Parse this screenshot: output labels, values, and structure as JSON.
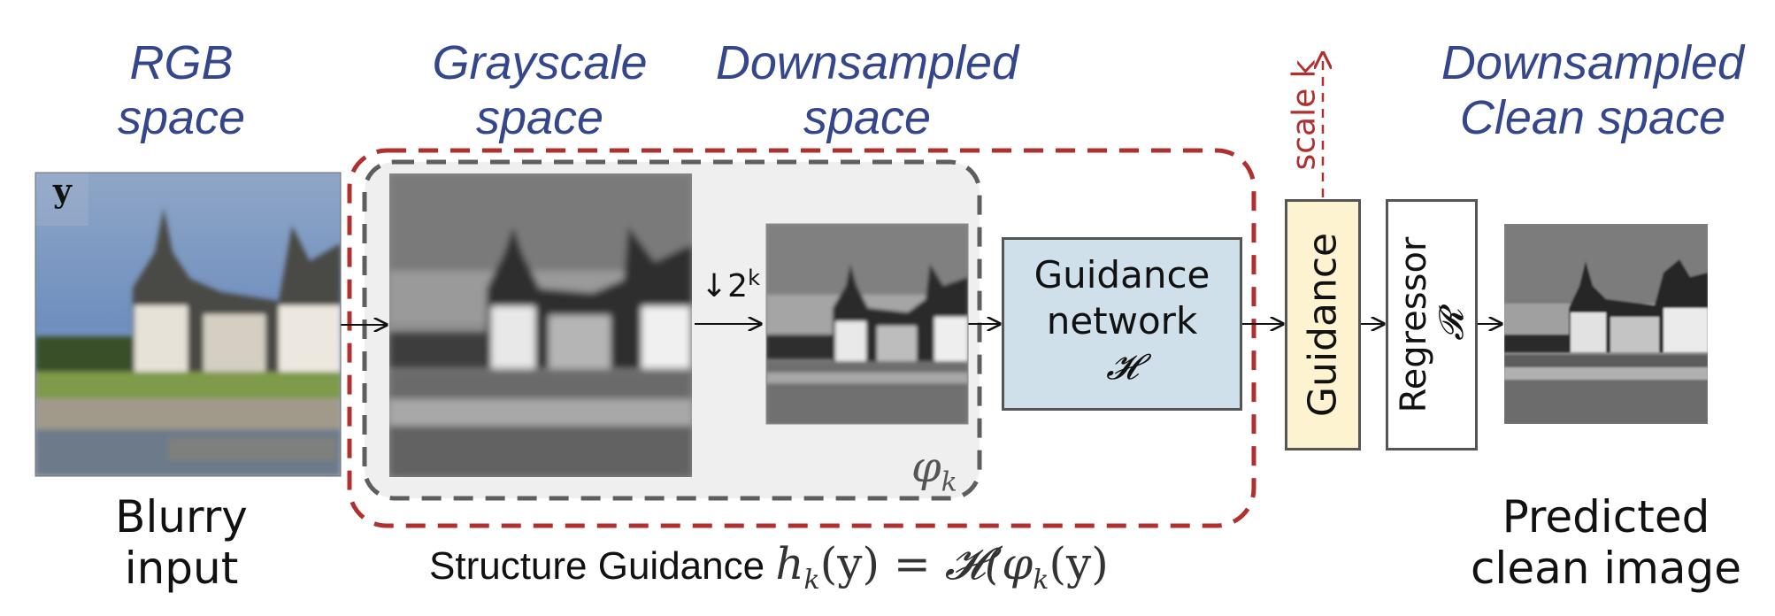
{
  "spaces": {
    "rgb": [
      "RGB",
      "space"
    ],
    "grayscale": [
      "Grayscale",
      "space"
    ],
    "downsampled": [
      "Downsampled",
      "space"
    ],
    "clean": [
      "Downsampled",
      "Clean space"
    ]
  },
  "captions": {
    "input": [
      "Blurry",
      "input"
    ],
    "output": [
      "Predicted",
      "clean image"
    ]
  },
  "input_image": {
    "symbol": "y",
    "description": "blurry RGB photo of a chateau by a lake"
  },
  "grayscale_image": {
    "description": "blurry grayscale chateau"
  },
  "downsampled_image": {
    "description": "downsampled noisy grayscale chateau"
  },
  "output_image": {
    "description": "restored grayscale chateau"
  },
  "downsample_op": {
    "arrow": "↓",
    "base": "2",
    "exponent": "k"
  },
  "phi_label": {
    "symbol": "φ",
    "subscript": "k"
  },
  "guidance_network": {
    "line1": "Guidance",
    "line2": "network",
    "symbol": "𝓗"
  },
  "guidance_block": {
    "label": "Guidance"
  },
  "regressor_block": {
    "label": "Regressor",
    "symbol": "𝓡"
  },
  "scale_label": "scale k",
  "formula": {
    "prefix": "Structure Guidance",
    "lhs": "h",
    "lhs_sub": "k",
    "arg": "(y)",
    "eq": " = ",
    "rhs_fn": "𝓗(",
    "rhs_phi": "φ",
    "rhs_sub": "k",
    "rhs_arg": "(y)"
  },
  "colors": {
    "label_blue": "#34468c",
    "red_dash": "#b0302f",
    "gray_dash": "#5e5e5e",
    "phi_box_fill": "#efefef",
    "guidance_net_fill": "#cfe0eb",
    "guidance_fill": "#fdf3d1",
    "regressor_fill": "#ffffff"
  }
}
